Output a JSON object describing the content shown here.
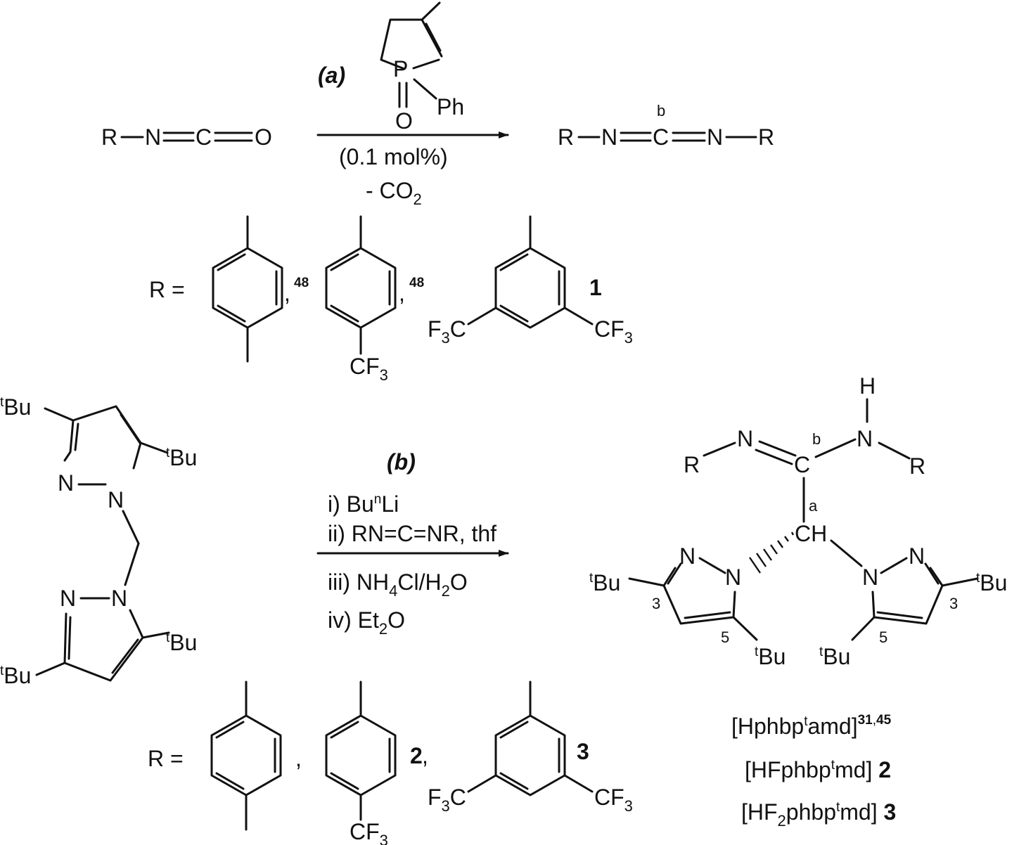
{
  "scheme_a": {
    "label": "(a)",
    "reactant": {
      "r1": "R",
      "n": "N",
      "c": "C",
      "o": "O"
    },
    "catalyst": {
      "p": "P",
      "o": "O",
      "ph": "Ph"
    },
    "condition1": "(0.1 mol%)",
    "condition2_pre": "- CO",
    "condition2_sub": "2",
    "product": {
      "r1": "R",
      "n1": "N",
      "c": "C",
      "c_label": "b",
      "n2": "N",
      "r2": "R"
    },
    "r_equals": "R =",
    "ref1": "48",
    "ref2": "48",
    "compound": "1",
    "cf3_para": {
      "pre": "CF",
      "sub": "3"
    },
    "cf3_left": {
      "pre": "F",
      "sub": "3",
      "post": "C"
    },
    "cf3_right": {
      "pre": "CF",
      "sub": "3"
    }
  },
  "scheme_b": {
    "label": "(b)",
    "reagents": {
      "step1_pre": "i) Bu",
      "step1_sup": "n",
      "step1_post": "Li",
      "step2": "ii) RN=C=NR, thf",
      "step3_pre": "iii) NH",
      "step3_sub1": "4",
      "step3_mid": "Cl/H",
      "step3_sub2": "2",
      "step3_post": "O",
      "step4_pre": "iv) Et",
      "step4_sub": "2",
      "step4_post": "O"
    },
    "starting_material": {
      "tbu_t": "t",
      "tbu_bu": "Bu",
      "n": "N"
    },
    "product": {
      "h": "H",
      "n": "N",
      "r": "R",
      "c": "C",
      "b_label": "b",
      "a_label": "a",
      "ch": "CH",
      "pos3": "3",
      "pos5": "5"
    },
    "r_equals": "R =",
    "comma": ",",
    "compound2": "2",
    "compound3": "3",
    "cf3_para": {
      "pre": "CF",
      "sub": "3"
    },
    "cf3_left": {
      "pre": "F",
      "sub": "3",
      "post": "C"
    },
    "cf3_right": {
      "pre": "CF",
      "sub": "3"
    }
  },
  "compound_names": [
    {
      "open": "[Hphbp",
      "sup": "t",
      "close": "amd]",
      "ref_a": "31",
      "ref_sep": ",",
      "ref_b": "45"
    },
    {
      "open": "[HFphbp",
      "sup": "t",
      "close": "md] ",
      "bold": "2"
    },
    {
      "open": "[HF",
      "sub": "2",
      "mid": "phbp",
      "sup": "t",
      "close": "md] ",
      "bold": "3"
    }
  ]
}
